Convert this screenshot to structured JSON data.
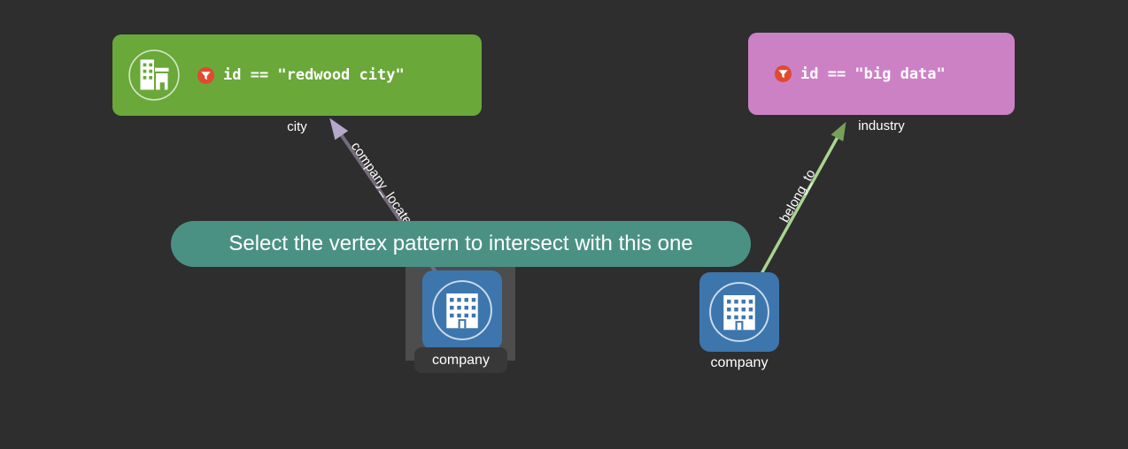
{
  "tooltip": {
    "text": "Select the vertex pattern to intersect with this one",
    "bg_color": "#4a9184"
  },
  "vertex_patterns": [
    {
      "label": "city",
      "condition": "id == \"redwood city\"",
      "color": "#6aa839",
      "icon": "city-buildings-icon",
      "filter_icon": "filter-icon"
    },
    {
      "label": "industry",
      "condition": "id == \"big data\"",
      "color": "#cd81c5",
      "icon": null,
      "filter_icon": "filter-icon"
    }
  ],
  "vertices": [
    {
      "label": "company",
      "color": "#3d76ad",
      "icon": "company-building-icon",
      "selected": true
    },
    {
      "label": "company",
      "color": "#3d76ad",
      "icon": "company-building-icon",
      "selected": false
    }
  ],
  "edges": [
    {
      "label": "company_locate",
      "line_color": "#746c7d",
      "arrow_color": "#b6a8cb"
    },
    {
      "label": "belong_to",
      "line_color": "#a8d592",
      "arrow_color": "#77a159"
    }
  ],
  "colors": {
    "background": "#2e2e2e",
    "selection_highlight": "#4d4d4d",
    "node_label_chip_bg": "#383838",
    "filter_icon_bg": "#e2492f",
    "text": "#ffffff"
  }
}
